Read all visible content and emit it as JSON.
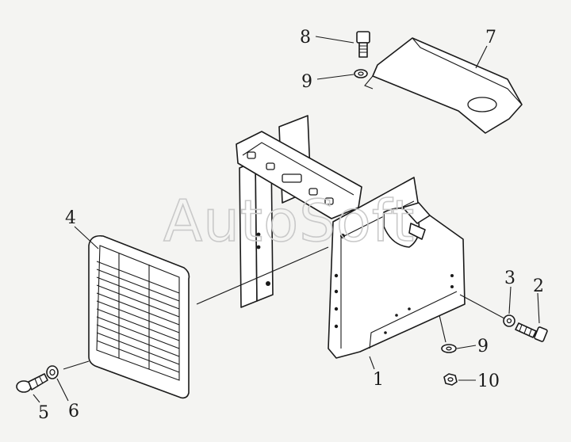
{
  "watermark": "AutoSoft",
  "callouts": {
    "c1": "1",
    "c2": "2",
    "c3": "3",
    "c4": "4",
    "c5": "5",
    "c6": "6",
    "c7": "7",
    "c8": "8",
    "c9a": "9",
    "c9b": "9",
    "c10": "10"
  },
  "colors": {
    "line": "#1a1a1a",
    "background": "#f4f4f2",
    "watermark": "#c9c9c9"
  }
}
